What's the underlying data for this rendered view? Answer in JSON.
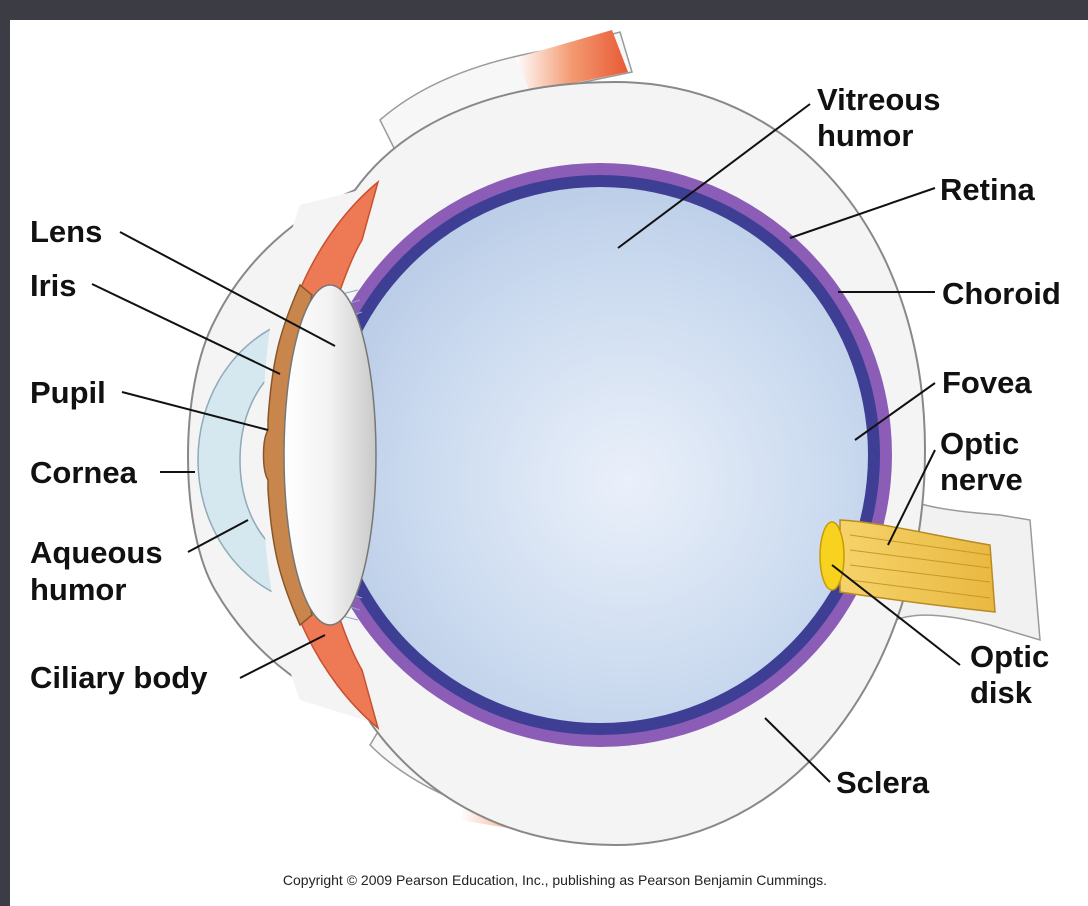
{
  "labels": {
    "vitreous_humor": [
      "Vitreous",
      "humor"
    ],
    "retina": "Retina",
    "choroid": "Choroid",
    "fovea": "Fovea",
    "optic_nerve": [
      "Optic",
      "nerve"
    ],
    "optic_disk": [
      "Optic",
      "disk"
    ],
    "sclera": "Sclera",
    "lens": "Lens",
    "iris": "Iris",
    "pupil": "Pupil",
    "cornea": "Cornea",
    "aqueous_humor": [
      "Aqueous",
      "humor"
    ],
    "ciliary_body": "Ciliary body"
  },
  "copyright": "Copyright © 2009 Pearson Education, Inc., publishing as Pearson Benjamin Cummings.",
  "colors": {
    "background": "#3c3c44",
    "sclera": "#f4f4f4",
    "vitreous": "#c9d8ee",
    "choroid": "#8c5db6",
    "retina": "#3e3f94",
    "ciliary_muscle": "#ee7a55",
    "iris": "#c8864c",
    "lens": "#e9e9e9",
    "cornea": "#d7e8f0",
    "optic_nerve": "#f1c75a",
    "optic_disk": "#f7d21e"
  }
}
